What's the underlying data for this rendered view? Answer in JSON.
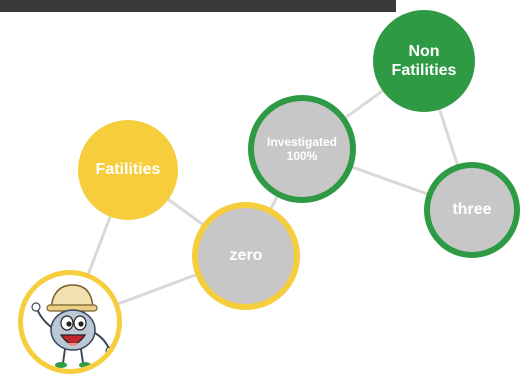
{
  "nodes": {
    "fatilities": {
      "label": "Fatilities",
      "style": "filled",
      "color": "#f5cd3d"
    },
    "zero": {
      "label": "zero",
      "style": "outlined",
      "color": "#f5cd3d"
    },
    "mascot": {
      "label": "",
      "style": "outlined-image",
      "color": "#f5cd3d"
    },
    "investigated": {
      "label_line1": "Investigated",
      "label_line2": "100%",
      "style": "outlined",
      "color": "#2e9a44"
    },
    "non_fatilities": {
      "label_line1": "Non",
      "label_line2": "Fatilities",
      "style": "filled",
      "color": "#2e9a44"
    },
    "three": {
      "label": "three",
      "style": "outlined",
      "color": "#2e9a44"
    }
  },
  "edges": [
    [
      "fatilities",
      "zero"
    ],
    [
      "fatilities",
      "mascot"
    ],
    [
      "zero",
      "mascot"
    ],
    [
      "non_fatilities",
      "investigated"
    ],
    [
      "investigated",
      "three"
    ],
    [
      "non_fatilities",
      "three"
    ],
    [
      "investigated",
      "zero"
    ]
  ],
  "colors": {
    "line": "#d9d9d9",
    "node_fill_gray": "#c7c7c7",
    "top_rule": "#3a3a3a"
  }
}
